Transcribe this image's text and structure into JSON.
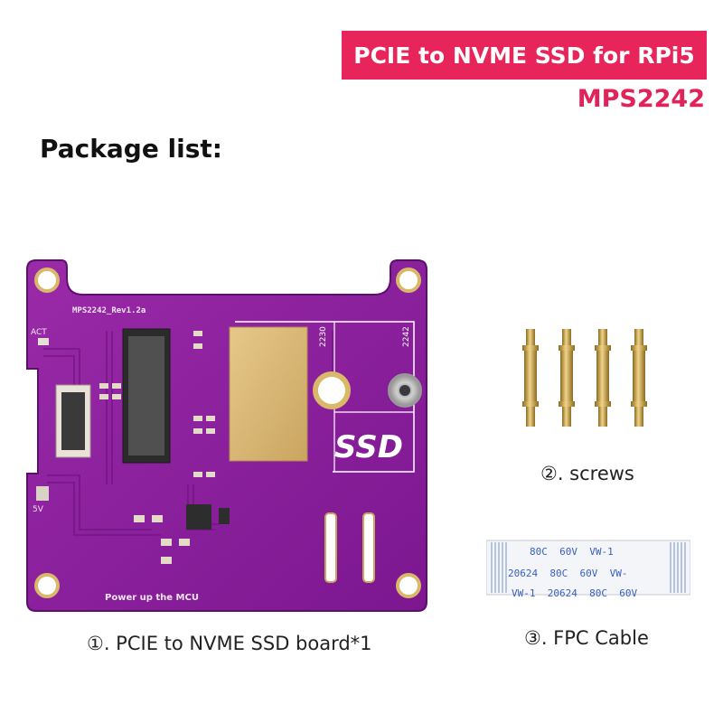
{
  "banner": {
    "title": "PCIE to NVME SSD for RPi5",
    "model": "MPS2242"
  },
  "package_heading": "Package list:",
  "items": [
    {
      "label": "①. PCIE to NVME SSD board*1"
    },
    {
      "label": "②. screws"
    },
    {
      "label": "③. FPC Cable"
    }
  ],
  "board_silkscreen": {
    "revision": "MPS2242_Rev1.2a",
    "act": "ACT",
    "five_v": "5V",
    "size_2230": "2230",
    "size_2242": "2242",
    "ssd": "SSD",
    "power_note": "Power up the MCU"
  },
  "cable_print": {
    "line1": "80C  60V  VW-1",
    "line2": "20624  80C  60V  VW-",
    "line3": "VW-1  20624  80C  60V"
  },
  "colors": {
    "accent": "#e8255a",
    "pcb": "#8a1b9a",
    "brass": "#c9a24a"
  }
}
